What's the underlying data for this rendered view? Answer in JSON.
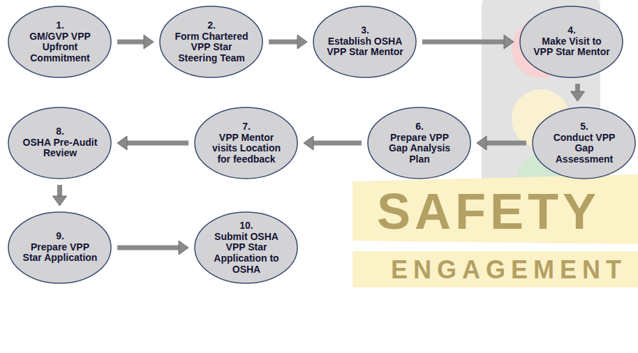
{
  "diagram": {
    "nodes": [
      {
        "text": [
          "1.",
          "GM/GVP VPP Upfront Commitment"
        ]
      },
      {
        "text": [
          "2.",
          "Form Chartered VPP Star Steering Team"
        ]
      },
      {
        "text": [
          "3.",
          "Establish OSHA VPP Star Mentor"
        ]
      },
      {
        "text": [
          "4.",
          "Make Visit to VPP Star Mentor"
        ]
      },
      {
        "text": [
          "5.",
          "Conduct VPP Gap Assessment"
        ]
      },
      {
        "text": [
          "6.",
          "Prepare VPP Gap Analysis Plan"
        ]
      },
      {
        "text": [
          "7.",
          "VPP Mentor visits Location for feedback"
        ]
      },
      {
        "text": [
          "8.",
          "OSHA Pre-Audit Review"
        ]
      },
      {
        "text": [
          "9.",
          "Prepare VPP Star Application"
        ]
      },
      {
        "text": [
          "10.",
          "Submit OSHA VPP Star Application to OSHA"
        ]
      }
    ],
    "edges": [
      {
        "from": 0,
        "to": 1,
        "arrow": "to"
      },
      {
        "from": 1,
        "to": 2,
        "arrow": "to"
      },
      {
        "from": 2,
        "to": 3,
        "arrow": "to"
      },
      {
        "from": 3,
        "to": 4,
        "arrow": "to"
      },
      {
        "from": 4,
        "to": 5,
        "arrow": "to"
      },
      {
        "from": 5,
        "to": 6,
        "arrow": "to"
      },
      {
        "from": 6,
        "to": 7,
        "arrow": "to"
      },
      {
        "from": 7,
        "to": 8,
        "arrow": "to"
      },
      {
        "from": 8,
        "to": 9,
        "arrow": "to"
      }
    ],
    "labels": [
      "SAFETY",
      "ENGAGEMENT"
    ]
  }
}
